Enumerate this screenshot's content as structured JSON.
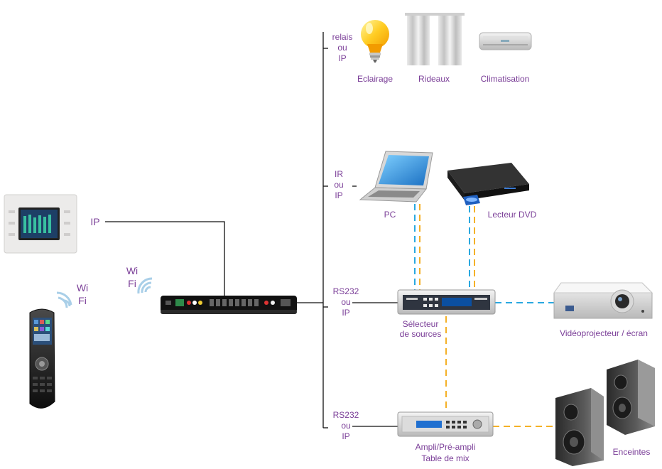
{
  "labels": {
    "relais": [
      "relais",
      "ou",
      "IP"
    ],
    "ir": [
      "IR",
      "ou",
      "IP"
    ],
    "rs232_1": [
      "RS232",
      "ou",
      "IP"
    ],
    "rs232_2": [
      "RS232",
      "ou",
      "IP"
    ],
    "ip_panel": "IP",
    "wifi_controller": [
      "Wi",
      "Fi"
    ],
    "wifi_remote": [
      "Wi",
      "Fi"
    ]
  },
  "devices": {
    "eclairage": "Eclairage",
    "rideaux": "Rideaux",
    "climatisation": "Climatisation",
    "pc": "PC",
    "lecteur_dvd": "Lecteur DVD",
    "selecteur": [
      "Sélecteur",
      "de sources"
    ],
    "videoprojecteur": "Vidéoprojecteur / écran",
    "ampli": [
      "Ampli/Pré-ampli",
      "Table de mix"
    ],
    "enceintes": "Enceintes"
  },
  "colors": {
    "text": "#7b3f98",
    "line": "#111111",
    "video_link": "#29a8e0",
    "audio_link": "#f4b127"
  }
}
